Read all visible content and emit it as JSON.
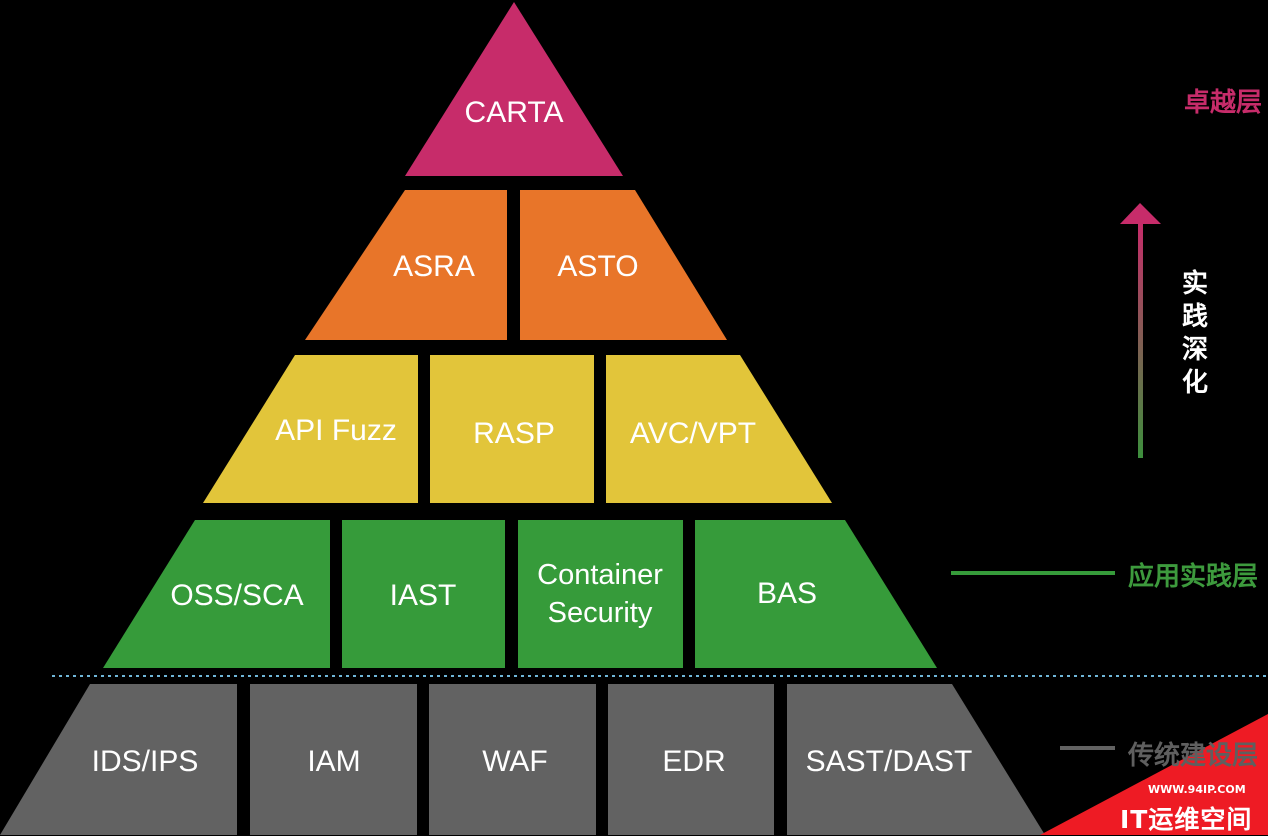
{
  "colors": {
    "top": "#c72c6a",
    "orange": "#e87529",
    "yellow": "#e2c53a",
    "green": "#369b3a",
    "gray": "#626262",
    "divider": "#6fb6d8",
    "watermark": "#ee1b24"
  },
  "pyramid": {
    "tiers": [
      {
        "tier": "top",
        "blocks": [
          {
            "label": "CARTA"
          }
        ]
      },
      {
        "tier": "orange",
        "blocks": [
          {
            "label": "ASRA"
          },
          {
            "label": "ASTO"
          }
        ]
      },
      {
        "tier": "yellow",
        "blocks": [
          {
            "label": "API Fuzz"
          },
          {
            "label": "RASP"
          },
          {
            "label": "AVC/VPT"
          }
        ]
      },
      {
        "tier": "green",
        "blocks": [
          {
            "label": "OSS/SCA"
          },
          {
            "label": "IAST"
          },
          {
            "label": "Container",
            "label2": "Security"
          },
          {
            "label": "BAS"
          }
        ]
      },
      {
        "tier": "gray",
        "blocks": [
          {
            "label": "IDS/IPS"
          },
          {
            "label": "IAM"
          },
          {
            "label": "WAF"
          },
          {
            "label": "EDR"
          },
          {
            "label": "SAST/DAST"
          }
        ]
      }
    ]
  },
  "side_labels": {
    "excellence_layer": "卓越层",
    "application_practice_layer": "应用实践层",
    "traditional_layer": "传统建设层",
    "practice_deepening": "实践深化"
  },
  "watermark": {
    "url": "WWW.94IP.COM",
    "name": "IT运维空间"
  }
}
